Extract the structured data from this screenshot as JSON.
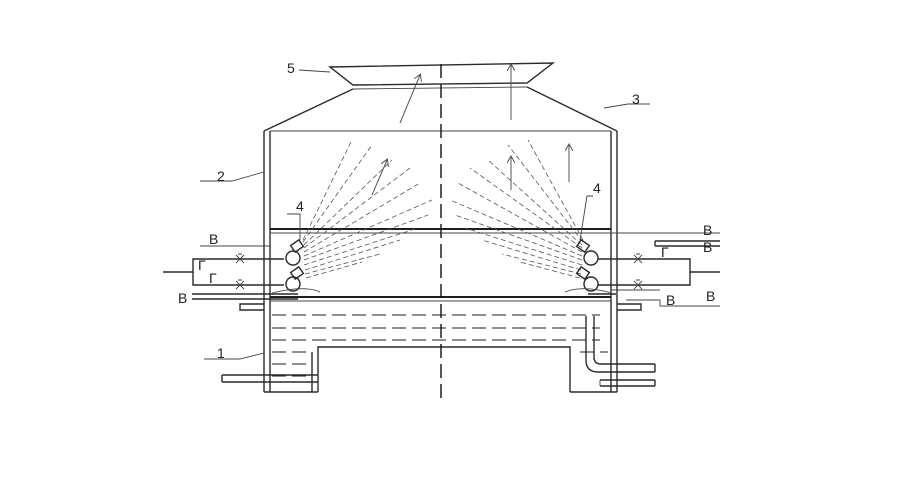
{
  "labels": {
    "tower_body": "1",
    "chamber": "2",
    "roof": "3",
    "nozzle_left": "4",
    "nozzle_right": "4",
    "diffuser": "5",
    "water_left_top": "В",
    "gas_left_upper": "Г",
    "gas_left_lower": "Г",
    "water_left_bottom": "В",
    "water_right_top_1": "В",
    "water_right_top_2": "В",
    "gas_right": "Г",
    "water_right_bottom_1": "В",
    "water_right_bottom_2": "В"
  },
  "colors": {
    "line": "#1e1e1e",
    "background": "#ffffff"
  }
}
